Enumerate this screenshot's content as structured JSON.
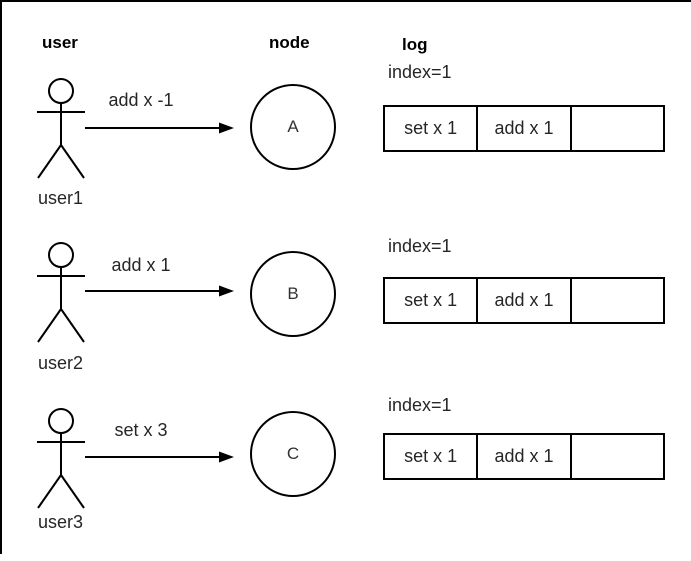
{
  "headers": {
    "user": "user",
    "node": "node",
    "log": "log"
  },
  "rows": [
    {
      "user_label": "user1",
      "message": "add x -1",
      "node_label": "A",
      "log_index": "index=1",
      "log_cells": [
        "set x 1",
        "add x 1",
        ""
      ]
    },
    {
      "user_label": "user2",
      "message": "add x 1",
      "node_label": "B",
      "log_index": "index=1",
      "log_cells": [
        "set x 1",
        "add x 1",
        ""
      ]
    },
    {
      "user_label": "user3",
      "message": "set x 3",
      "node_label": "C",
      "log_index": "index=1",
      "log_cells": [
        "set x 1",
        "add x 1",
        ""
      ]
    }
  ],
  "colors": {
    "stroke": "#000000",
    "text": "#262626"
  }
}
